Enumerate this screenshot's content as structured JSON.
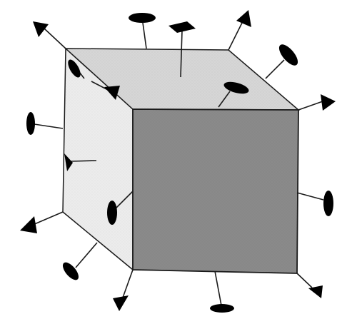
{
  "diagram": {
    "colors": {
      "front_face": "#8a8a8a",
      "top_face": "#d6d6d6",
      "left_face": "#ececec",
      "edge": "#1a1a1a",
      "marker": "#000000",
      "background": "#ffffff"
    },
    "faces": [
      "front-face",
      "top-face",
      "left-face"
    ],
    "marker_kinds": {
      "triangle": "triangle-arrowhead-icon",
      "ellipse": "ellipse-marker-icon",
      "diamond": "diamond-marker-icon"
    }
  }
}
